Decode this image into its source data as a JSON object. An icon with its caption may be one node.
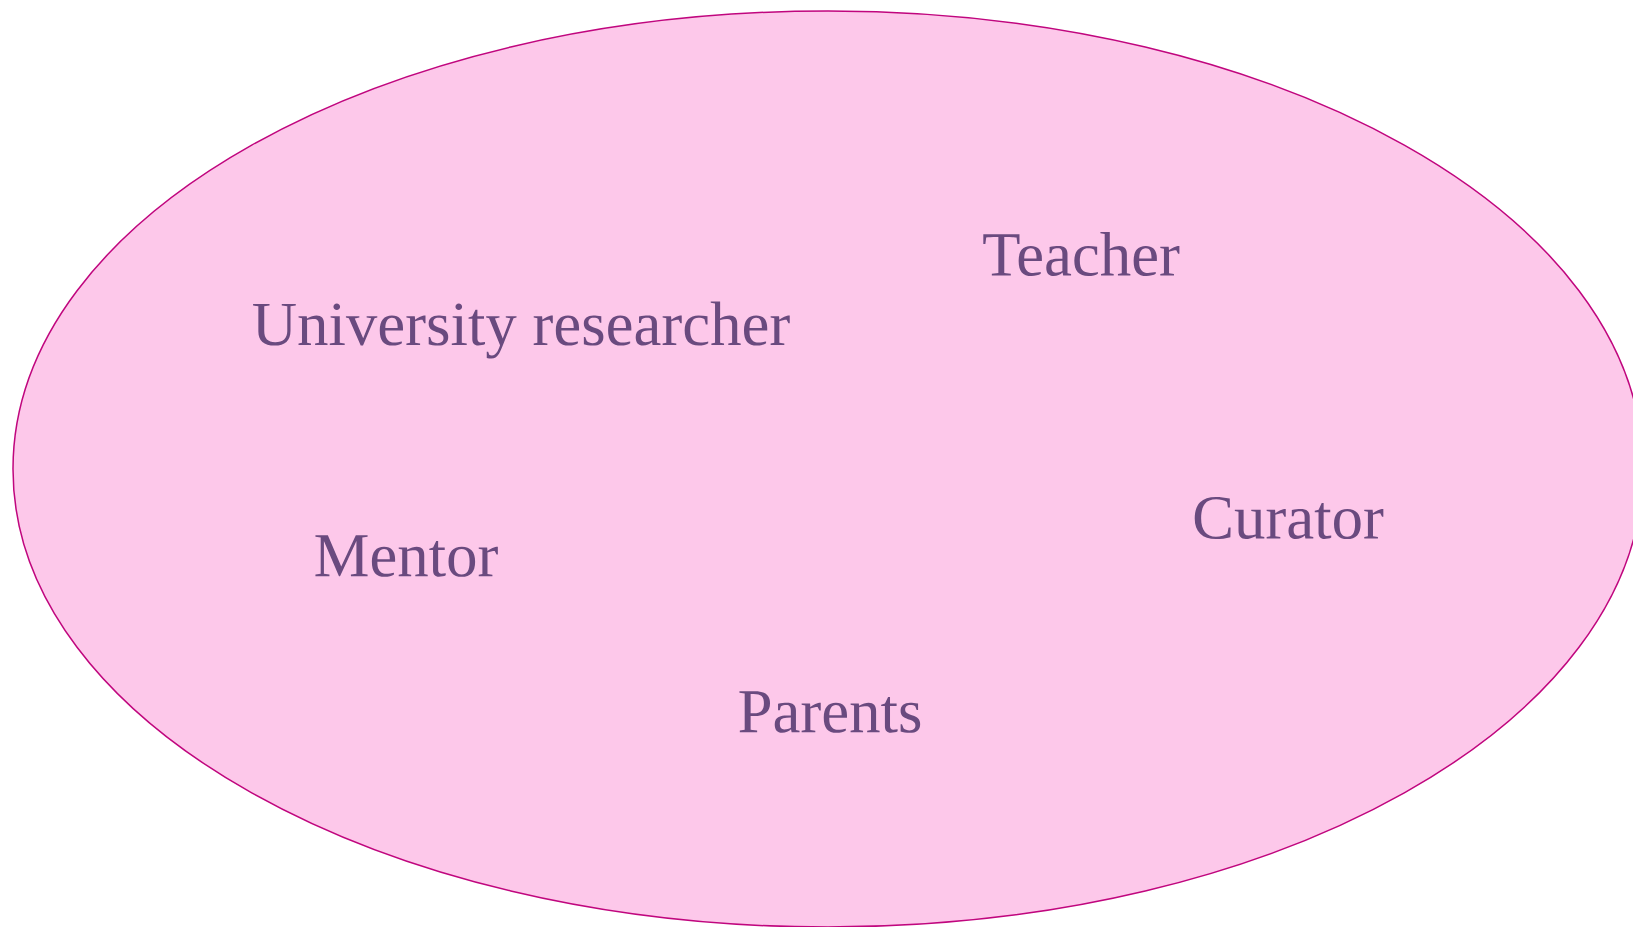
{
  "diagram": {
    "nodes": [
      {
        "text": [
          "Teacher",
          "University researcher",
          "Curator",
          "Mentor",
          "Parents"
        ]
      }
    ]
  }
}
